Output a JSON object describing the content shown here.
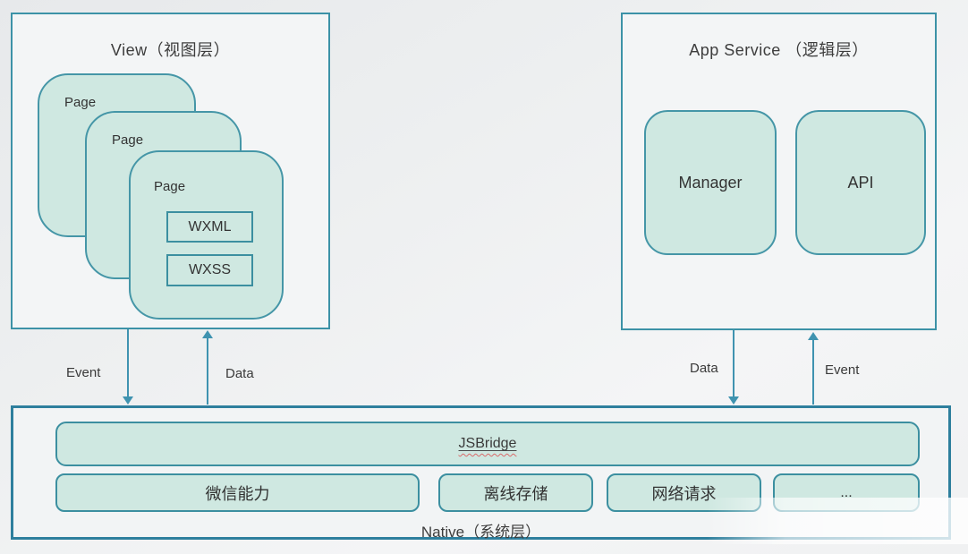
{
  "view_layer": {
    "title": "View（视图层）",
    "pages": [
      "Page",
      "Page",
      "Page"
    ],
    "front_page_files": [
      "WXML",
      "WXSS"
    ]
  },
  "app_service_layer": {
    "title": "App Service （逻辑层）",
    "modules": [
      "Manager",
      "API"
    ]
  },
  "native_layer": {
    "title": "Native（系统层）",
    "bridge": "JSBridge",
    "capabilities": [
      "微信能力",
      "离线存储",
      "网络请求",
      "..."
    ]
  },
  "arrows": {
    "left": {
      "down": "Event",
      "up": "Data"
    },
    "right": {
      "down": "Data",
      "up": "Event"
    }
  },
  "colors": {
    "card_fill": "#cfe8e1",
    "card_border": "#4596a7",
    "outer_border": "#3c92a7",
    "native_border": "#2e7f9d",
    "inner_border": "#3c8fa0",
    "arrow": "#3f93b0",
    "squiggle": "#d96a6a"
  }
}
